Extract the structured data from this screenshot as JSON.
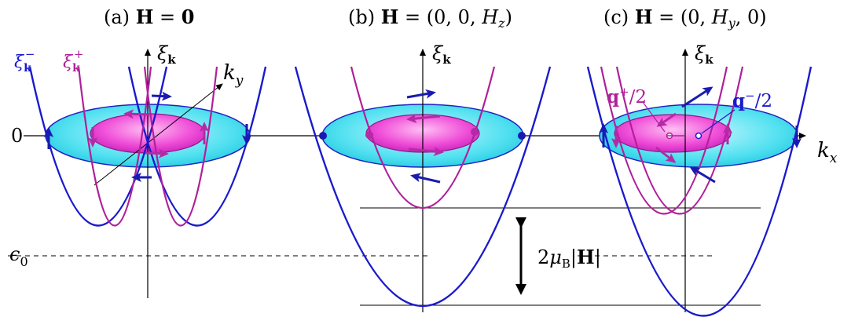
{
  "panels": [
    {
      "title_prefix": "(a)",
      "title_H": "H",
      "title_eq": " = ",
      "title_val": "0"
    },
    {
      "title_prefix": "(b)",
      "title_H": "H",
      "title_eq": " = (0, 0, ",
      "title_val": "H",
      "title_sub": "z",
      "title_close": ")"
    },
    {
      "title_prefix": "(c)",
      "title_H": "H",
      "title_eq": " = (0, ",
      "title_val": "H",
      "title_sub": "y",
      "title_close": ", 0)"
    }
  ],
  "axis": {
    "xi": "ξ",
    "xi_sub": "k",
    "ky": "k",
    "ky_sub": "y",
    "kx": "k",
    "kx_sub": "x",
    "zero": "0",
    "eps": "ϵ",
    "eps_sub": "0"
  },
  "band_labels": {
    "minus": "ξ",
    "minus_sub": "k",
    "minus_sup": "−",
    "plus": "ξ",
    "plus_sub": "k",
    "plus_sup": "+"
  },
  "q_labels": {
    "q_plus": "q",
    "q_plus_sup": "+",
    "q_plus_tail": "/2",
    "q_minus": "q",
    "q_minus_sup": "−",
    "q_minus_tail": "/2"
  },
  "zeeman": {
    "prefix": "2",
    "mu": "μ",
    "mu_sub": "B",
    "bar_open": "|",
    "H": "H",
    "bar_close": "|"
  },
  "colors": {
    "blue_band": "#1a1acc",
    "magenta_band": "#b0209a",
    "outer_fill": "#40dced",
    "inner_fill": "#f050d8",
    "arrow_blue": "#1a1ab0",
    "arrow_magenta": "#c030b0"
  }
}
